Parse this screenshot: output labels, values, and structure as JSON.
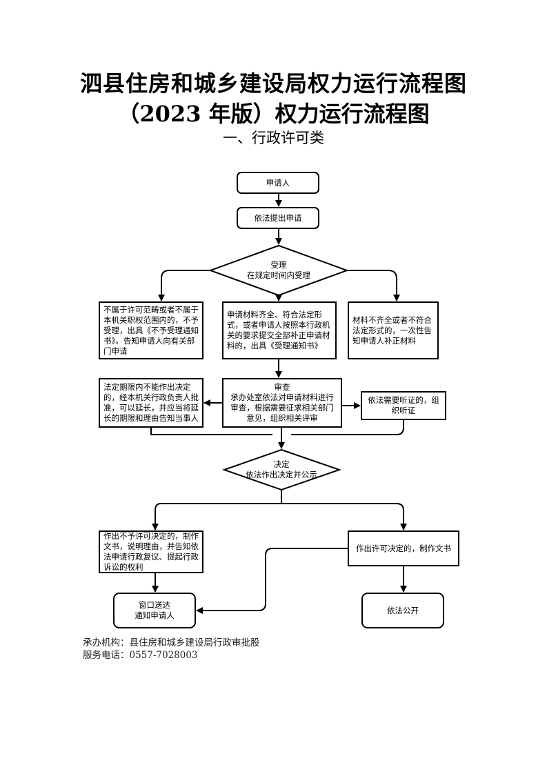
{
  "title": {
    "line1": "泗县住房和城乡建设局权力运行流程图",
    "line2": "（2023 年版）权力运行流程图",
    "subtitle": "一、行政许可类"
  },
  "nodes": {
    "applicant": "申请人",
    "apply": "依法提出申请",
    "accept": "受理\n在规定时间内受理",
    "not_accept": "不属于许可范畴或者不属于本机关职权范围内的，不予受理，出具《不予受理通知书》。告知申请人向有关部门申请",
    "accept_notice": "申请材料齐全、符合法定形式，或者申请人按照本行政机关的要求提交全部补正申请材料的，出具《受理通知书》",
    "incomplete": "材料不齐全或者不符合法定形式的，一次性告知申请人补正材料",
    "extension": "法定期限内不能作出决定的，经本机关行政负责人批准，可以延长，并应当将延长的期限和理由告知当事人",
    "review": "审查\n承办处室依法对申请材料进行审查，根据需要征求相关部门意见，组织相关评审",
    "hearing": "依法需要听证的，组织听证",
    "decision": "决定\n依法作出决定并公示",
    "deny": "作出不予许可决定的，制作文书，说明理由，并告知依法申请行政复议、提起行政诉讼的权利",
    "approve": "作出许可决定的，制作文书",
    "deliver": "窗口送达\n通知申请人",
    "publish": "依法公开"
  },
  "footer": {
    "org": "承办机构：县住房和城乡建设局行政审批股",
    "phone": "服务电话：0557-7028003"
  }
}
